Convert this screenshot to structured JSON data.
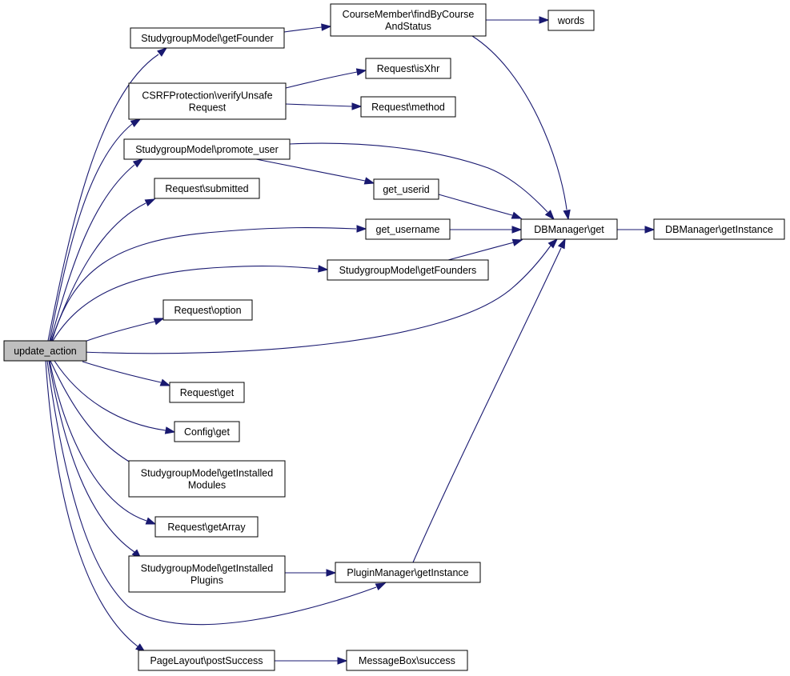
{
  "nodes": [
    {
      "id": "update_action",
      "lines": [
        "update_action"
      ],
      "root": true
    },
    {
      "id": "sg_getFounder",
      "lines": [
        "StudygroupModel\\getFounder"
      ]
    },
    {
      "id": "cm_findByCourseAndStatus",
      "lines": [
        "CourseMember\\findByCourse",
        "AndStatus"
      ]
    },
    {
      "id": "words",
      "lines": [
        "words"
      ]
    },
    {
      "id": "csrf_verify",
      "lines": [
        "CSRFProtection\\verifyUnsafe",
        "Request"
      ]
    },
    {
      "id": "req_isXhr",
      "lines": [
        "Request\\isXhr"
      ]
    },
    {
      "id": "req_method",
      "lines": [
        "Request\\method"
      ]
    },
    {
      "id": "sg_promote_user",
      "lines": [
        "StudygroupModel\\promote_user"
      ]
    },
    {
      "id": "get_userid",
      "lines": [
        "get_userid"
      ]
    },
    {
      "id": "req_submitted",
      "lines": [
        "Request\\submitted"
      ]
    },
    {
      "id": "get_username",
      "lines": [
        "get_username"
      ]
    },
    {
      "id": "db_get",
      "lines": [
        "DBManager\\get"
      ]
    },
    {
      "id": "db_getInstance",
      "lines": [
        "DBManager\\getInstance"
      ]
    },
    {
      "id": "sg_getFounders",
      "lines": [
        "StudygroupModel\\getFounders"
      ]
    },
    {
      "id": "req_option",
      "lines": [
        "Request\\option"
      ]
    },
    {
      "id": "req_get",
      "lines": [
        "Request\\get"
      ]
    },
    {
      "id": "config_get",
      "lines": [
        "Config\\get"
      ]
    },
    {
      "id": "sg_getInstalledModules",
      "lines": [
        "StudygroupModel\\getInstalled",
        "Modules"
      ]
    },
    {
      "id": "req_getArray",
      "lines": [
        "Request\\getArray"
      ]
    },
    {
      "id": "sg_getInstalledPlugins",
      "lines": [
        "StudygroupModel\\getInstalled",
        "Plugins"
      ]
    },
    {
      "id": "pm_getInstance",
      "lines": [
        "PluginManager\\getInstance"
      ]
    },
    {
      "id": "pl_postSuccess",
      "lines": [
        "PageLayout\\postSuccess"
      ]
    },
    {
      "id": "mb_success",
      "lines": [
        "MessageBox\\success"
      ]
    }
  ],
  "edges": [
    {
      "from": "update_action",
      "to": "sg_getFounder"
    },
    {
      "from": "update_action",
      "to": "csrf_verify"
    },
    {
      "from": "update_action",
      "to": "sg_promote_user"
    },
    {
      "from": "update_action",
      "to": "req_submitted"
    },
    {
      "from": "update_action",
      "to": "get_username"
    },
    {
      "from": "update_action",
      "to": "sg_getFounders"
    },
    {
      "from": "update_action",
      "to": "db_get"
    },
    {
      "from": "update_action",
      "to": "req_option"
    },
    {
      "from": "update_action",
      "to": "req_get"
    },
    {
      "from": "update_action",
      "to": "config_get"
    },
    {
      "from": "update_action",
      "to": "sg_getInstalledModules"
    },
    {
      "from": "update_action",
      "to": "req_getArray"
    },
    {
      "from": "update_action",
      "to": "sg_getInstalledPlugins"
    },
    {
      "from": "update_action",
      "to": "pm_getInstance"
    },
    {
      "from": "update_action",
      "to": "pl_postSuccess"
    },
    {
      "from": "sg_getFounder",
      "to": "cm_findByCourseAndStatus"
    },
    {
      "from": "cm_findByCourseAndStatus",
      "to": "words"
    },
    {
      "from": "cm_findByCourseAndStatus",
      "to": "db_get"
    },
    {
      "from": "csrf_verify",
      "to": "req_isXhr"
    },
    {
      "from": "csrf_verify",
      "to": "req_method"
    },
    {
      "from": "sg_promote_user",
      "to": "get_userid"
    },
    {
      "from": "sg_promote_user",
      "to": "db_get"
    },
    {
      "from": "get_userid",
      "to": "db_get"
    },
    {
      "from": "get_username",
      "to": "db_get"
    },
    {
      "from": "sg_getFounders",
      "to": "db_get"
    },
    {
      "from": "db_get",
      "to": "db_getInstance"
    },
    {
      "from": "sg_getInstalledPlugins",
      "to": "pm_getInstance"
    },
    {
      "from": "pm_getInstance",
      "to": "db_get"
    },
    {
      "from": "pl_postSuccess",
      "to": "mb_success"
    }
  ]
}
